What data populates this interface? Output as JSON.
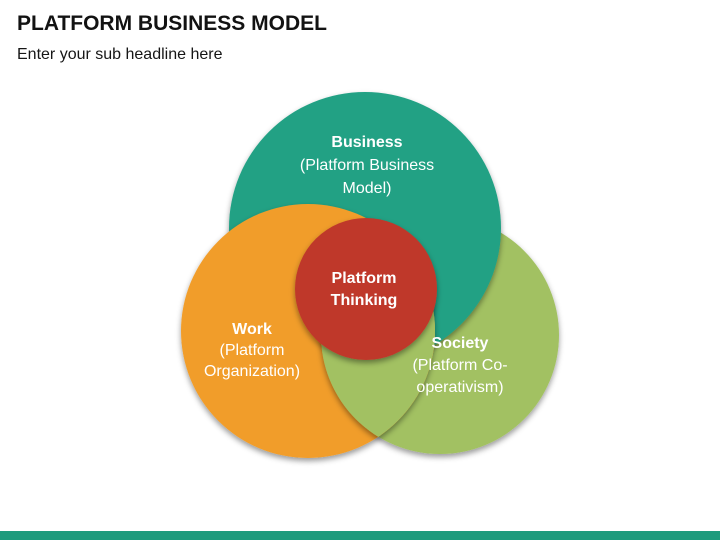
{
  "slide": {
    "title": "PLATFORM BUSINESS MODEL",
    "subtitle": "Enter your sub headline here",
    "background_color": "#FFFFFF"
  },
  "diagram": {
    "type": "venn-3-circle-with-core",
    "business": {
      "name": "Business",
      "detail": "(Platform Business Model)",
      "color": "#21A184"
    },
    "work": {
      "name": "Work",
      "detail": "(Platform Organization)",
      "color": "#F19D2B"
    },
    "society": {
      "name": "Society",
      "detail": "(Platform Co-operativism)",
      "color": "#A2C162"
    },
    "center": {
      "name": "Platform Thinking",
      "color": "#BF392C"
    },
    "text_color": "#FFFFFF"
  },
  "footer": {
    "bar_color": "#1E9B7D"
  }
}
